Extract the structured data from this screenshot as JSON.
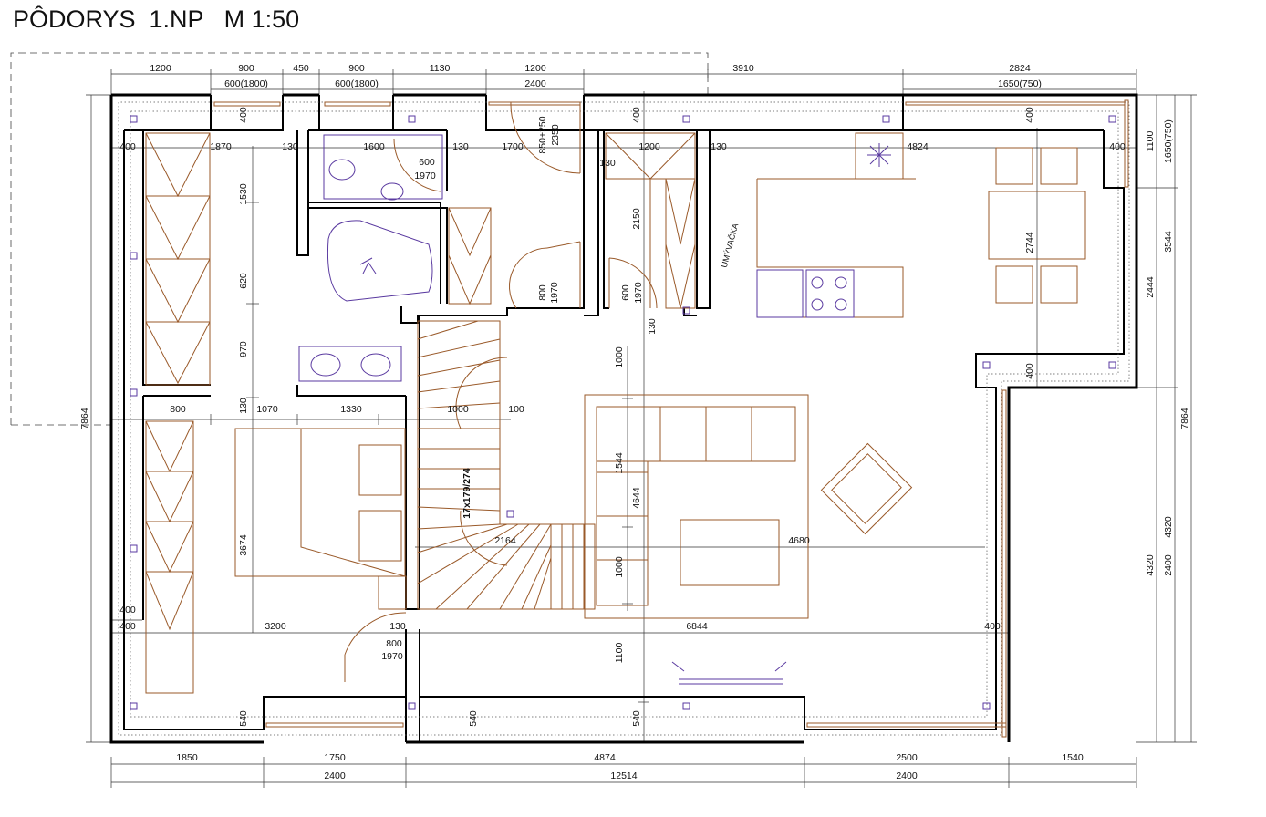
{
  "title": "PÔDORYS  1.NP   M 1:50",
  "labels": {
    "top_outer": [
      "1200",
      "900",
      "450",
      "900",
      "1130",
      "1200",
      "3910",
      "2824"
    ],
    "top_window": [
      "600(1800)",
      "600(1800)",
      "2400",
      "1650(750)"
    ],
    "bottom_inner": [
      "1850",
      "1750",
      "4874",
      "2500",
      "1540"
    ],
    "bottom_outer": [
      "2400",
      "12514",
      "2400"
    ],
    "left_total": "7864",
    "right_outer": [
      "1100",
      "3544",
      "4320",
      "7864"
    ],
    "right_outer_window": [
      "1650(750)",
      "2400"
    ],
    "right_inner": [
      "2444",
      "4320"
    ],
    "wall_400": "400",
    "wall_540": "540",
    "wall_130": "130",
    "w1870": "1870",
    "w1600": "1600",
    "w1700": "1700",
    "w1200": "1200",
    "w4824": "4824",
    "w1070": "1070",
    "w1330": "1330",
    "w1000": "1000",
    "w100": "100",
    "w800": "800",
    "w3200": "3200",
    "w6844": "6844",
    "w2164": "2164",
    "w4680": "4680",
    "h1530": "1530",
    "h620": "620",
    "h970": "970",
    "h3674": "3674",
    "h2150": "2150",
    "h2744": "2744",
    "h1544": "1544",
    "h4644": "4644",
    "h1100": "1100",
    "door_600": "600",
    "door_1970": "1970",
    "door_800": "800",
    "door_850": "850+250",
    "door_2350": "2350",
    "stair": "17x179/274",
    "dishwasher": "UMÝVAČKA"
  }
}
